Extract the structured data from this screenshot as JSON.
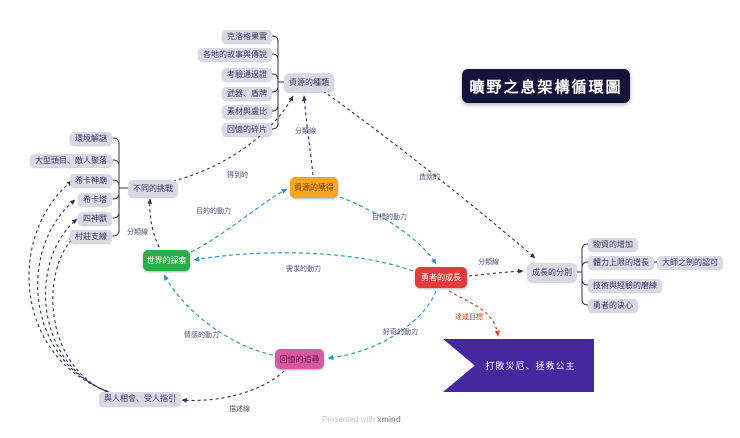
{
  "title": "曠野之息架構循環圖",
  "watermark": {
    "prefix": "Presented with ",
    "brand": "xmind"
  },
  "topics": {
    "resource_types": "資源的種類",
    "resource_items": [
      "克洛格果實",
      "各地的故事與傳說",
      "考驗通過證",
      "武器、盾牌",
      "素材與盧比",
      "回憶的碎片"
    ],
    "challenges": "不同的挑戰",
    "challenge_items": [
      "環境解謎",
      "大型頭目、敵人聚落",
      "希卡神廟",
      "希卡塔",
      "四神獸",
      "村莊支線"
    ],
    "explore": "世界的探索",
    "acquire": "資源的獲得",
    "hero_growth": "勇者的成長",
    "memory_seek": "回憶的追尋",
    "growth_types": "成長的分別",
    "growth_items": [
      "物資的增加",
      "體力上限的增長",
      "技術與經驗的磨練",
      "勇者的決心"
    ],
    "master_sword": "大師之劍的認可",
    "meet_people": "與人相會、受人指引",
    "final_goal": "打敗災厄、拯救公主"
  },
  "edge_labels": {
    "classify_top": "分類線",
    "classify_left": "分類線",
    "classify_right": "分類線",
    "obtained": "得到的",
    "creates": "造就的",
    "purpose_drive": "目的的動力",
    "goal_drive": "目標的動力",
    "need_drive": "需求的動力",
    "curiosity_drive": "好奇的動力",
    "emotion_drive": "情感的動力",
    "achieve_goal": "達成目標",
    "describe": "描述線"
  },
  "colors": {
    "node_gray": "#d9dae1",
    "node_text": "#333569",
    "accent_green": "#2aae4a",
    "accent_orange": "#f5a623",
    "accent_red": "#e03c3c",
    "accent_pink": "#d75a9f",
    "accent_purple": "#45279f",
    "line_navy": "#2e3260",
    "line_blue": "#2f96d6",
    "line_red": "#e0392e",
    "title_bg": "#14143a"
  }
}
